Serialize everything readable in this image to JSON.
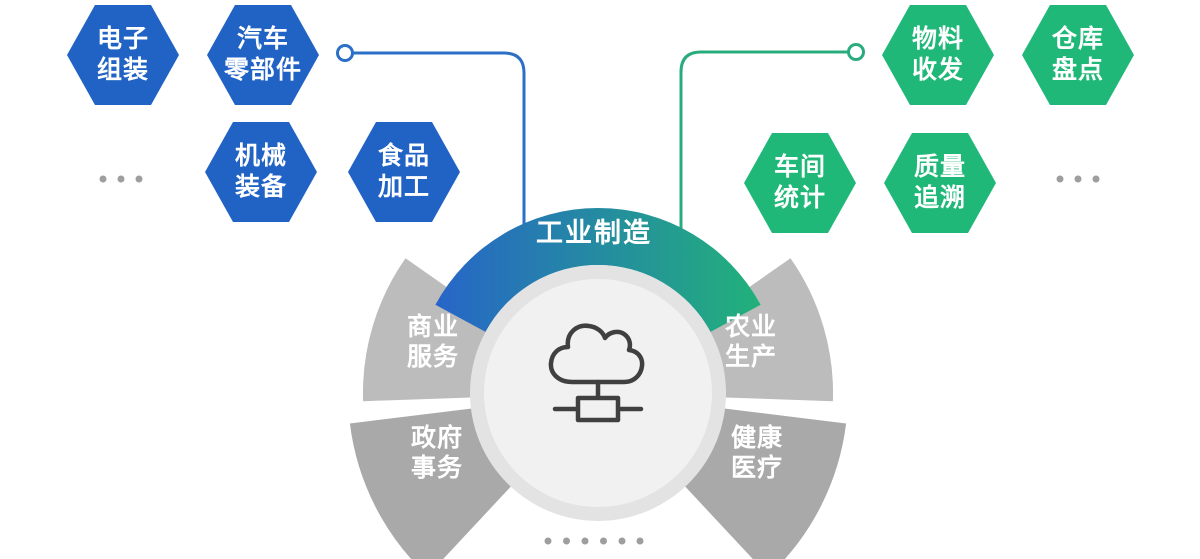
{
  "diagram_title": "",
  "palette": {
    "hex_blue": "#2163C5",
    "hex_green": "#20B878",
    "arc_blue": "#2765C8",
    "arc_green": "#22B17A",
    "wedge_light": "#BCBCBC",
    "wedge_dark": "#A9A9A9",
    "ring": "#E3E3E3",
    "inner_circle": "#F1F1F1",
    "icon_stroke": "#404040",
    "dot": "#9E9E9E",
    "connector_blue": "#2B6FC7",
    "connector_green": "#28AC7D",
    "text_white": "#FFFFFF"
  },
  "hexagons": {
    "blue": [
      {
        "id": "electronics-assembly",
        "line1": "电子",
        "line2": "组装"
      },
      {
        "id": "auto-parts",
        "line1": "汽车",
        "line2": "零部件"
      },
      {
        "id": "machinery-equipment",
        "line1": "机械",
        "line2": "装备"
      },
      {
        "id": "food-processing",
        "line1": "食品",
        "line2": "加工"
      }
    ],
    "green": [
      {
        "id": "material-receipt-dispatch",
        "line1": "物料",
        "line2": "收发"
      },
      {
        "id": "warehouse-stocktaking",
        "line1": "仓库",
        "line2": "盘点"
      },
      {
        "id": "workshop-statistics",
        "line1": "车间",
        "line2": "统计"
      },
      {
        "id": "quality-traceability",
        "line1": "质量",
        "line2": "追溯"
      }
    ]
  },
  "wheel": {
    "top_sector": {
      "label": "工业制造"
    },
    "sectors": [
      {
        "id": "commercial-services",
        "line1": "商业",
        "line2": "服务"
      },
      {
        "id": "agricultural-production",
        "line1": "农业",
        "line2": "生产"
      },
      {
        "id": "government-affairs",
        "line1": "政府",
        "line2": "事务"
      },
      {
        "id": "health-medical",
        "line1": "健康",
        "line2": "医疗"
      }
    ],
    "center_icon": "cloud-network-icon"
  },
  "ellipsis_dots": {
    "left_count": 3,
    "right_count": 3,
    "bottom_count": 6
  }
}
